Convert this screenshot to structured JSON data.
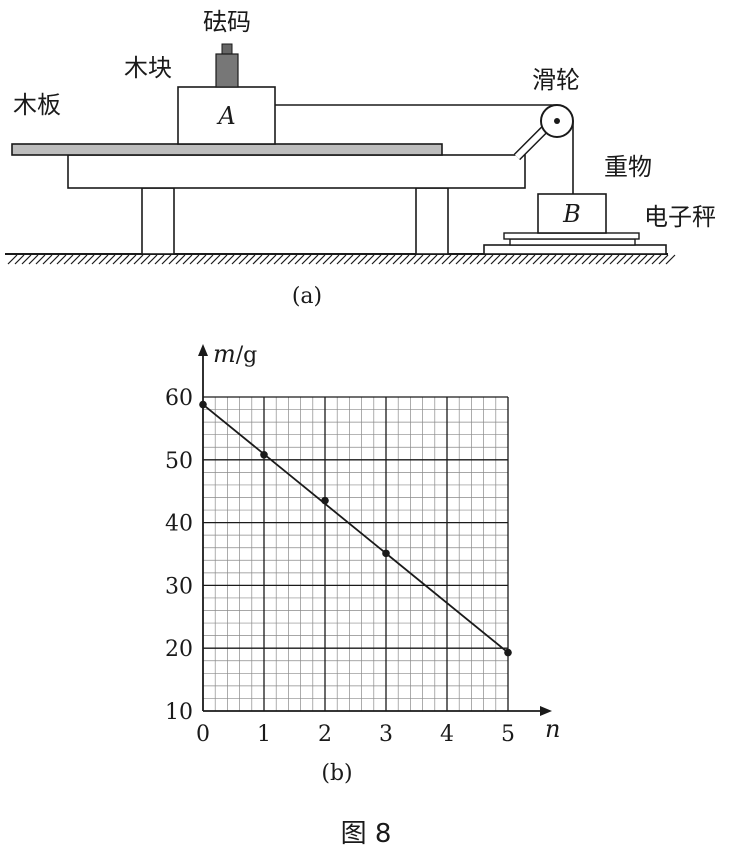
{
  "diagram_a": {
    "labels": {
      "weight": "砝码",
      "block": "木块",
      "board": "木板",
      "pulley": "滑轮",
      "heavy": "重物",
      "scale": "电子秤",
      "block_a": "A",
      "block_b": "B"
    },
    "caption": "(a)"
  },
  "chart_data": {
    "type": "scatter",
    "title": "",
    "xlabel": "n",
    "ylabel": "m/g",
    "ylabel_var": "m",
    "ylabel_unit": "/g",
    "xlim": [
      0,
      5
    ],
    "ylim": [
      10,
      60
    ],
    "x_ticks": [
      "0",
      "1",
      "2",
      "3",
      "4",
      "5"
    ],
    "y_ticks": [
      "10",
      "20",
      "30",
      "40",
      "50",
      "60"
    ],
    "grid": true,
    "series": [
      {
        "points": [
          {
            "x": 0,
            "y": 58.8
          },
          {
            "x": 1,
            "y": 50.8
          },
          {
            "x": 2,
            "y": 43.5
          },
          {
            "x": 3,
            "y": 35.1
          },
          {
            "x": 5,
            "y": 19.3
          }
        ],
        "fit_line": {
          "x": [
            0,
            5
          ],
          "y": [
            58.8,
            19.3
          ]
        }
      }
    ],
    "caption": "(b)"
  },
  "figure_caption": "图 8"
}
